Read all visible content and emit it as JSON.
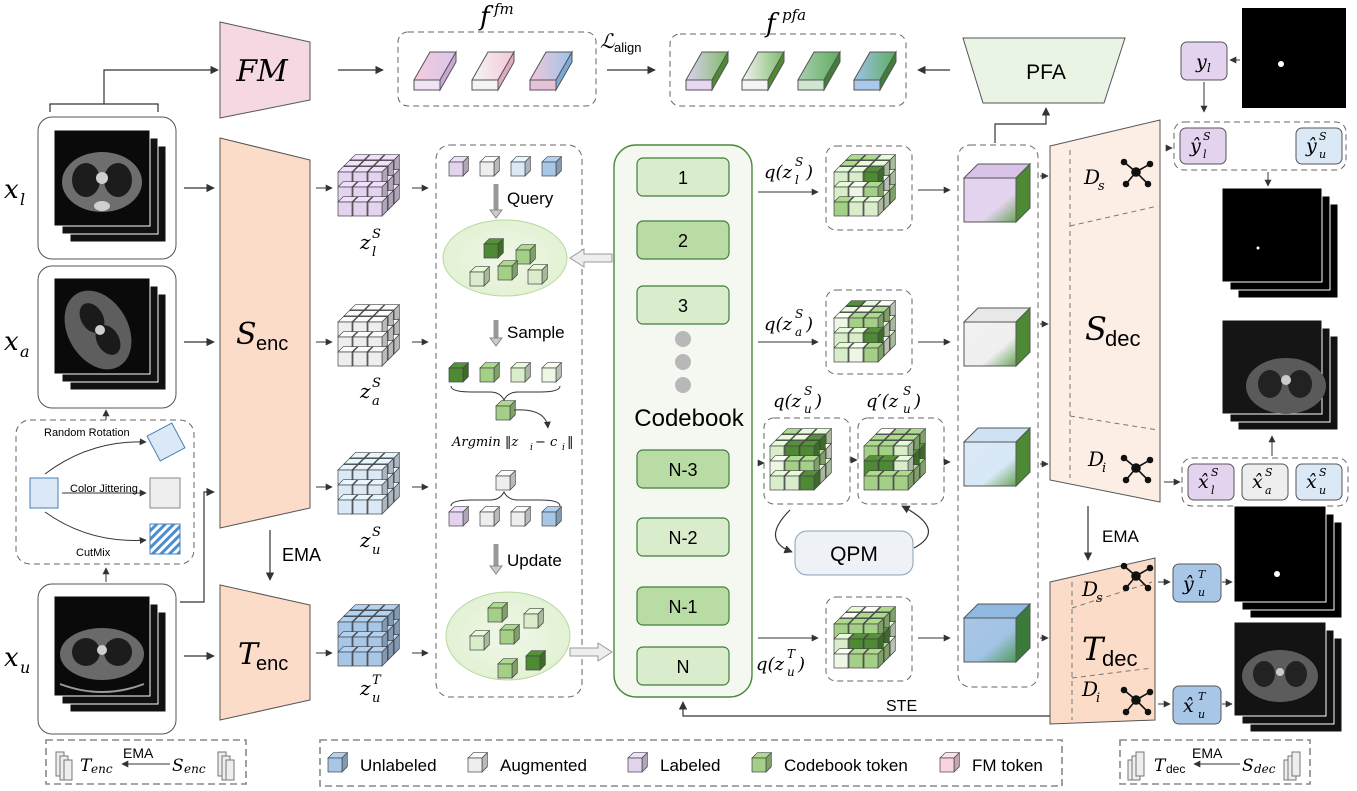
{
  "fm": {
    "block_label": "FM",
    "feature_label": "f",
    "feature_sup": "fm",
    "align_label": "ℒ",
    "align_sub": "align"
  },
  "pfa": {
    "block_label": "PFA",
    "feature_label": "f",
    "feature_sup": "pfa"
  },
  "inputs": {
    "labeled": "x",
    "labeled_sub": "l",
    "augmented": "x",
    "augmented_sub": "a",
    "unlabeled": "x",
    "unlabeled_sub": "u"
  },
  "augment": {
    "rotation": "Random Rotation",
    "jitter": "Color Jittering",
    "cutmix": "CutMix"
  },
  "encoders": {
    "student": "S",
    "student_sub": "enc",
    "teacher": "T",
    "teacher_sub": "enc",
    "ema": "EMA"
  },
  "latents": {
    "zl": "z",
    "zl_sup": "S",
    "zl_sub": "l",
    "za": "z",
    "za_sup": "S",
    "za_sub": "a",
    "zu": "z",
    "zu_sup": "S",
    "zu_sub": "u",
    "zt": "z",
    "zt_sup": "T",
    "zt_sub": "u"
  },
  "process": {
    "query": "Query",
    "sample": "Sample",
    "argmin": "Argmin ‖z",
    "argmin_sub_i": "i",
    "argmin_mid": " − c",
    "argmin_sub_j": "i",
    "argmin_end": "‖",
    "update": "Update"
  },
  "codebook": {
    "title": "Codebook",
    "entries": [
      "1",
      "2",
      "3",
      "N-3",
      "N-2",
      "N-1",
      "N"
    ]
  },
  "quant": {
    "ql": "q(z",
    "ql_sup": "S",
    "ql_sub": "l",
    "ql_end": ")",
    "qa": "q(z",
    "qa_sup": "S",
    "qa_sub": "a",
    "qa_end": ")",
    "qu": "q(z",
    "qu_sup": "S",
    "qu_sub": "u",
    "qu_end": ")",
    "qpu": "q′(z",
    "qpu_sup": "S",
    "qpu_sub": "u",
    "qpu_end": ")",
    "qt": "q(z",
    "qt_sup": "T",
    "qt_sub": "u",
    "qt_end": ")",
    "qpm": "QPM",
    "ste": "STE"
  },
  "decoders": {
    "student": "S",
    "student_sub": "dec",
    "teacher": "T",
    "teacher_sub": "dec",
    "ds": "D",
    "ds_sub": "s",
    "di": "D",
    "di_sub": "i",
    "ema": "EMA"
  },
  "outputs": {
    "yl": "y",
    "yl_sub": "l",
    "yhat_l": "ŷ",
    "yhat_l_sup": "S",
    "yhat_l_sub": "l",
    "yhat_u": "ŷ",
    "yhat_u_sup": "S",
    "yhat_u_sub": "u",
    "xhat_l": "x̂",
    "xhat_l_sup": "S",
    "xhat_l_sub": "l",
    "xhat_a": "x̂",
    "xhat_a_sup": "S",
    "xhat_a_sub": "a",
    "xhat_u": "x̂",
    "xhat_u_sup": "S",
    "xhat_u_sub": "u",
    "yhat_t": "ŷ",
    "yhat_t_sup": "T",
    "yhat_t_sub": "u",
    "xhat_t": "x̂",
    "xhat_t_sup": "T",
    "xhat_t_sub": "u"
  },
  "bottom_left": {
    "target": "T",
    "target_sub": "enc",
    "ema": "EMA",
    "source": "S",
    "source_sub": "enc"
  },
  "bottom_right": {
    "target": "T",
    "target_sub": "dec",
    "ema": "EMA",
    "source": "S",
    "source_sub": "dec"
  },
  "legend": [
    "Unlabeled",
    "Augmented",
    "Labeled",
    "Codebook token",
    "FM token"
  ],
  "colors": {
    "unlabeled": "#a8c6e6",
    "augmented": "#eeeeee",
    "labeled": "#e3d3ef",
    "codebook": "#a3cf86",
    "codebook_dark": "#4e8a34",
    "fm_token": "#f7d4e0",
    "fm_block": "#f6d8e3",
    "enc_block": "#fbdcc8",
    "pfa_block": "#eaf4e4",
    "dec_block": "#fdeee5",
    "codebook_panel": "#f4f8f0"
  }
}
